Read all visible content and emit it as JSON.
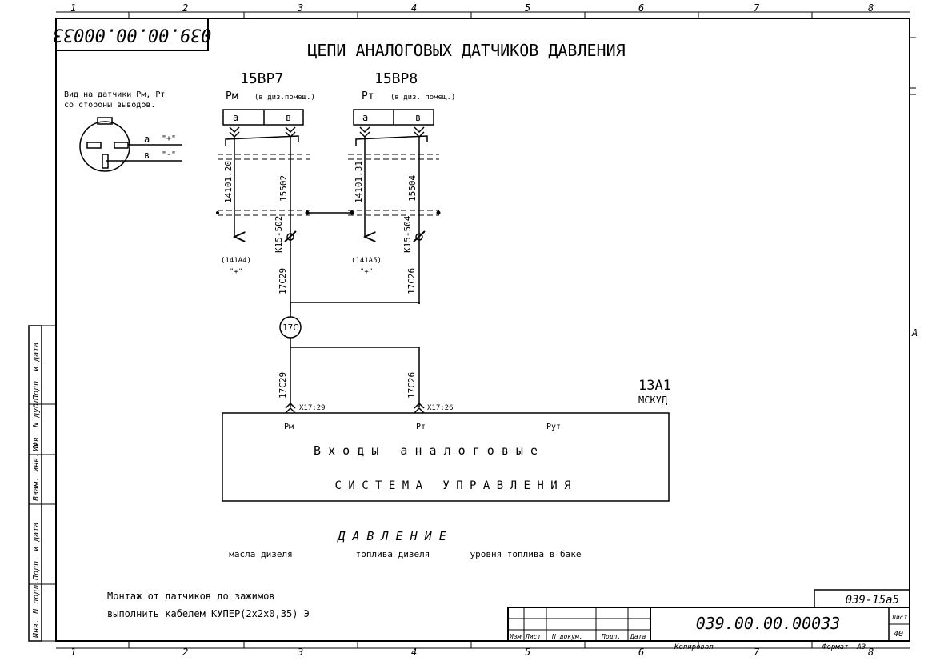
{
  "drawing": {
    "title": "ЦЕПИ АНАЛОГОВЫХ ДАТЧИКОВ ДАВЛЕНИЯ",
    "doc_number_rotated": "039.00.00.00033",
    "zone_columns": [
      "1",
      "2",
      "3",
      "4",
      "5",
      "6",
      "7",
      "8"
    ],
    "zone_row": "А"
  },
  "connector_view": {
    "caption_line1": "Вид на датчики Рм, Рт",
    "caption_line2": "со стороны выводов.",
    "pin_a": "а",
    "pin_a_sign": "\"+\"",
    "pin_b": "в",
    "pin_b_sign": "\"-\""
  },
  "sensors": [
    {
      "ref": "15ВР7",
      "name": "Рм",
      "location": "(в диз.помещ.)",
      "pin_a": "а",
      "pin_b": "в",
      "wire_a": "14101.20",
      "wire_b": "15502",
      "cable": "К15-502",
      "dest": "(141А4)",
      "dest_sign": "\"+\"",
      "wire_b_lower": "17С29"
    },
    {
      "ref": "15ВР8",
      "name": "Рт",
      "location": "(в диз. помещ.)",
      "pin_a": "а",
      "pin_b": "в",
      "wire_a": "14101.31",
      "wire_b": "15504",
      "cable": "К15-504",
      "dest": "(141А5)",
      "dest_sign": "\"+\"",
      "wire_b_lower": "17С26"
    }
  ],
  "junction": {
    "label": "17С",
    "wire_left": "17С29",
    "wire_right": "17С26",
    "terminal_left": "Х17:29",
    "terminal_right": "Х17:26"
  },
  "device": {
    "ref": "13А1",
    "name": "МСКУД",
    "inputs": [
      "Рм",
      "Рт",
      "Рут"
    ],
    "line1": "В х о д ы   а н а л о г о в ы е",
    "line2": "С И С Т Е М А   У П Р А В Л Е Н И Я"
  },
  "pressure_legend": {
    "heading": "Д А В Л Е Н И Е",
    "items": [
      "масла дизеля",
      "топлива дизеля",
      "уровня топлива в баке"
    ]
  },
  "note": {
    "line1": "Монтаж от датчиков до зажимов",
    "line2": "выполнить кабелем КУПЕР(2х2х0,35) Э"
  },
  "title_block": {
    "sheet_code": "039-15а5",
    "doc_number": "039.00.00.00033",
    "col_headers": [
      "Изм",
      "Лист",
      "N докум.",
      "Подп.",
      "Дата"
    ],
    "sheet_label": "Лист",
    "sheet_number": "40",
    "copied": "Копировал",
    "format": "Формат  А3"
  },
  "side_stamp": [
    "Инв. N подл.",
    "Подп. и дата",
    "Взам. инв. N",
    "Инв. N дубл.",
    "Подп. и дата"
  ]
}
